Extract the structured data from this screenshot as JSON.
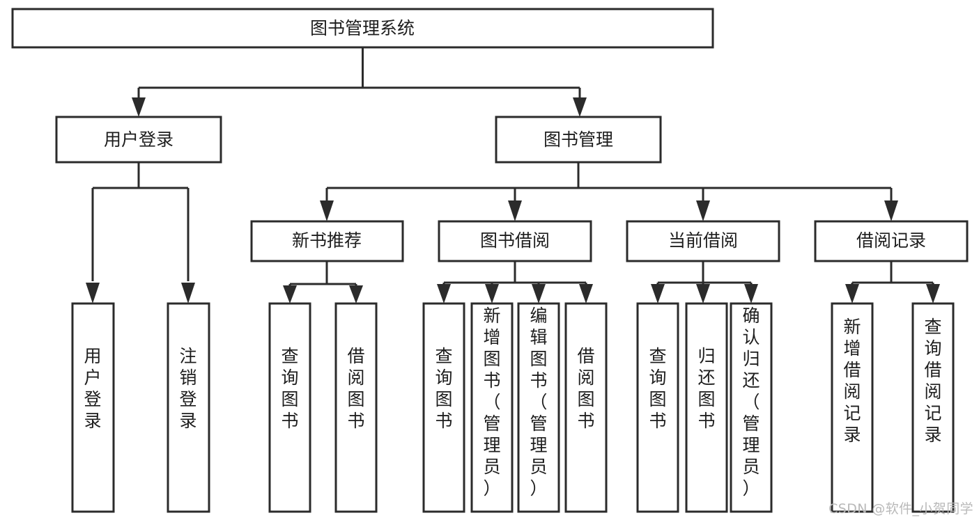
{
  "diagram": {
    "type": "tree",
    "title": "图书管理系统",
    "watermark": "CSDN @软件_小贺同学",
    "colors": {
      "box_stroke": "#2b2b2b",
      "box_fill": "#ffffff",
      "connector": "#2b2b2b",
      "text": "#1d1d1d",
      "background": "#ffffff",
      "watermark": "#b9b9b9"
    },
    "levels": {
      "root": "图书管理系统",
      "level2": [
        "用户登录",
        "图书管理"
      ],
      "level3": [
        "新书推荐",
        "图书借阅",
        "当前借阅",
        "借阅记录"
      ]
    },
    "nodes": {
      "root": {
        "label": "图书管理系统",
        "orientation": "horizontal"
      },
      "n_user_login": {
        "label": "用户登录",
        "orientation": "horizontal"
      },
      "n_book_manage": {
        "label": "图书管理",
        "orientation": "horizontal"
      },
      "n_new_book": {
        "label": "新书推荐",
        "orientation": "horizontal"
      },
      "n_borrow": {
        "label": "图书借阅",
        "orientation": "horizontal"
      },
      "n_current": {
        "label": "当前借阅",
        "orientation": "horizontal"
      },
      "n_record": {
        "label": "借阅记录",
        "orientation": "horizontal"
      },
      "l_user_login": {
        "label": "用户登录",
        "orientation": "vertical"
      },
      "l_user_logout": {
        "label": "注销登录",
        "orientation": "vertical"
      },
      "l_nb_query": {
        "label": "查询图书",
        "orientation": "vertical"
      },
      "l_nb_borrow": {
        "label": "借阅图书",
        "orientation": "vertical"
      },
      "l_bb_query": {
        "label": "查询图书",
        "orientation": "vertical"
      },
      "l_bb_add": {
        "label": "新增图书（管理员）",
        "orientation": "vertical"
      },
      "l_bb_edit": {
        "label": "编辑图书（管理员）",
        "orientation": "vertical"
      },
      "l_bb_borrow": {
        "label": "借阅图书",
        "orientation": "vertical"
      },
      "l_cb_query": {
        "label": "查询图书",
        "orientation": "vertical"
      },
      "l_cb_return": {
        "label": "归还图书",
        "orientation": "vertical"
      },
      "l_cb_confirm": {
        "label": "确认归还（管理员）",
        "orientation": "vertical"
      },
      "l_rc_add": {
        "label": "新增借阅记录",
        "orientation": "vertical"
      },
      "l_rc_query": {
        "label": "查询借阅记录",
        "orientation": "vertical"
      }
    },
    "edges": [
      {
        "from": "root",
        "to": "n_user_login"
      },
      {
        "from": "root",
        "to": "n_book_manage"
      },
      {
        "from": "n_user_login",
        "to": "l_user_login"
      },
      {
        "from": "n_user_login",
        "to": "l_user_logout"
      },
      {
        "from": "n_book_manage",
        "to": "n_new_book"
      },
      {
        "from": "n_book_manage",
        "to": "n_borrow"
      },
      {
        "from": "n_book_manage",
        "to": "n_current"
      },
      {
        "from": "n_book_manage",
        "to": "n_record"
      },
      {
        "from": "n_new_book",
        "to": "l_nb_query"
      },
      {
        "from": "n_new_book",
        "to": "l_nb_borrow"
      },
      {
        "from": "n_borrow",
        "to": "l_bb_query"
      },
      {
        "from": "n_borrow",
        "to": "l_bb_add"
      },
      {
        "from": "n_borrow",
        "to": "l_bb_edit"
      },
      {
        "from": "n_borrow",
        "to": "l_bb_borrow"
      },
      {
        "from": "n_current",
        "to": "l_cb_query"
      },
      {
        "from": "n_current",
        "to": "l_cb_return"
      },
      {
        "from": "n_current",
        "to": "l_cb_confirm"
      },
      {
        "from": "n_record",
        "to": "l_rc_add"
      },
      {
        "from": "n_record",
        "to": "l_rc_query"
      }
    ]
  }
}
